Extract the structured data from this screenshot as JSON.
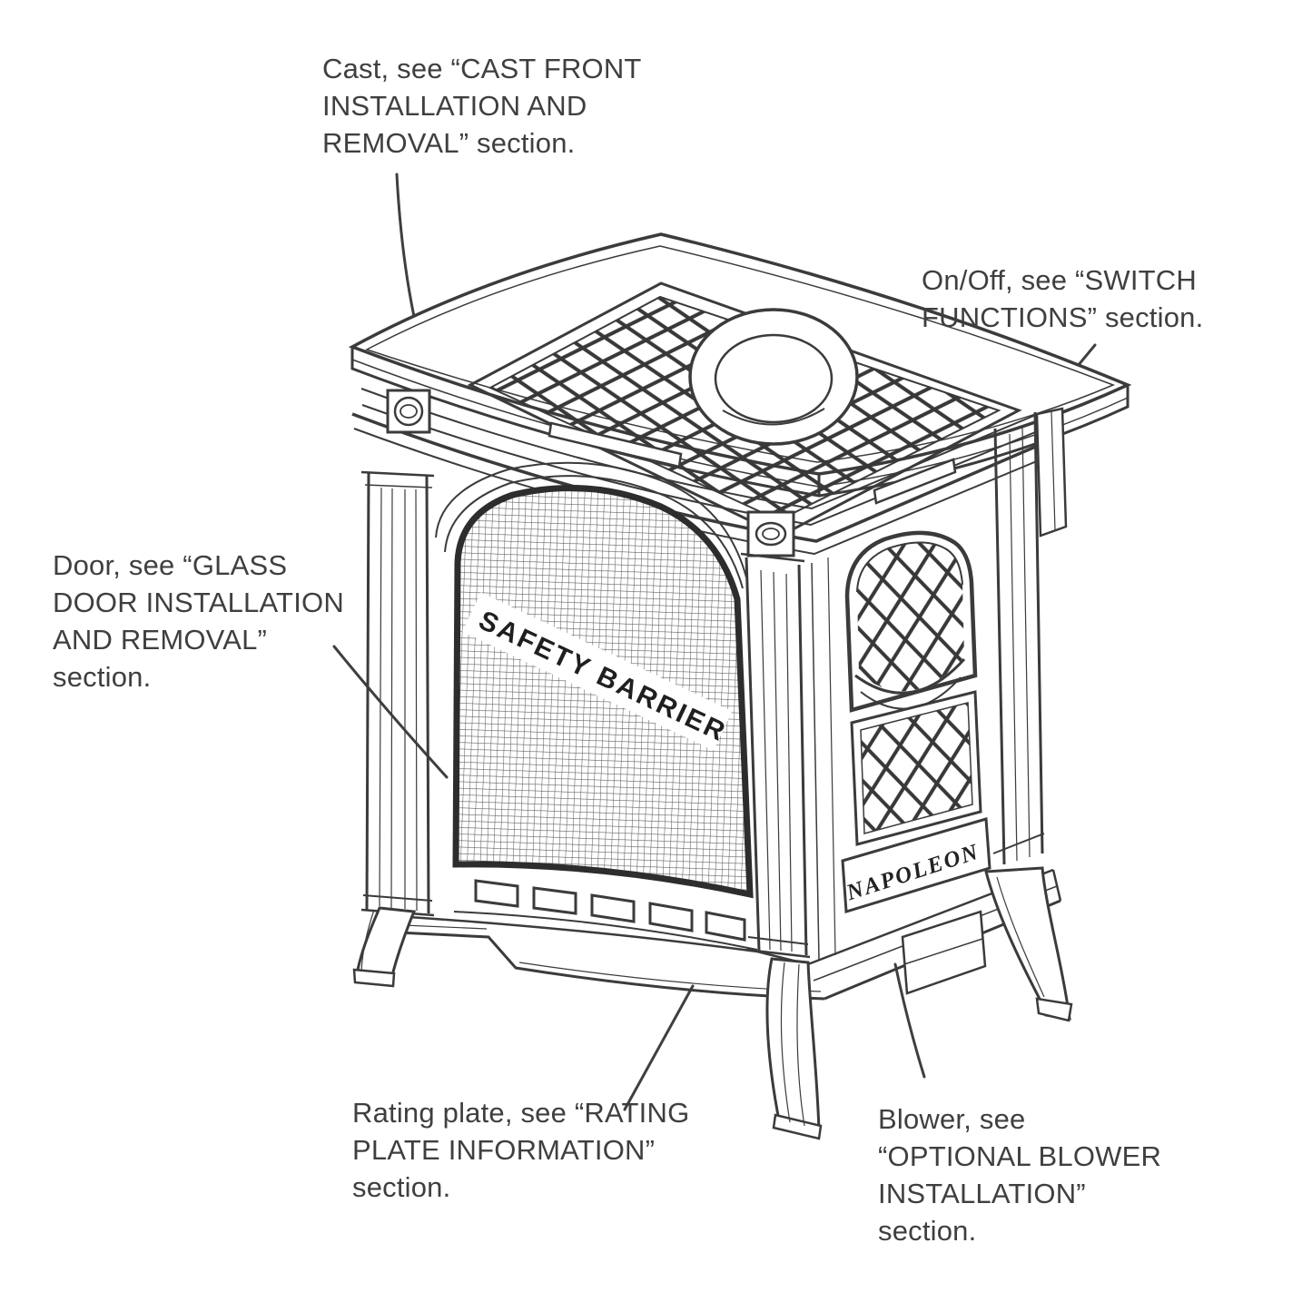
{
  "figure": {
    "type": "technical-line-diagram",
    "subject": "cast iron gas stove with callout annotations",
    "colors": {
      "background": "#ffffff",
      "line": "#3b3b3b",
      "text": "#3f3f3f"
    }
  },
  "annotations": {
    "cast": {
      "text": "Cast, see “CAST FRONT\nINSTALLATION AND\nREMOVAL” section."
    },
    "on_off": {
      "text": "On/Off, see “SWITCH\nFUNCTIONS” section."
    },
    "door": {
      "text": "Door, see “GLASS\nDOOR INSTALLATION\nAND REMOVAL”\nsection."
    },
    "rating_plate": {
      "text": "Rating plate, see “RATING\nPLATE INFORMATION”\nsection."
    },
    "blower": {
      "text": "Blower, see\n“OPTIONAL BLOWER\nINSTALLATION”\nsection."
    }
  },
  "stove": {
    "safety_barrier_label": "SAFETY BARRIER",
    "brand_plate": "NAPOLEON"
  }
}
